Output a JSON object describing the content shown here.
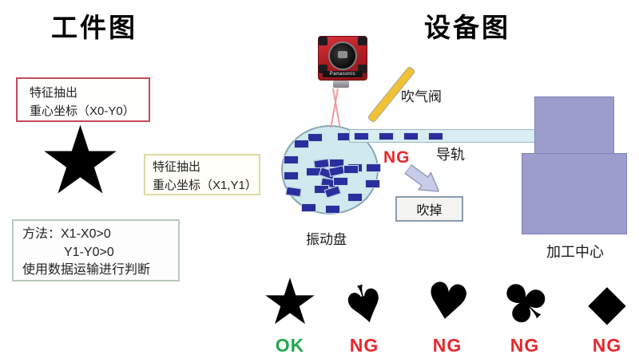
{
  "titles": {
    "left": "工件图",
    "right": "设备图"
  },
  "left_panel": {
    "star_glyph": "★",
    "feature_box_0": {
      "line1": "特征抽出",
      "line2": "重心坐标（X0-Y0）"
    },
    "feature_box_1": {
      "line1": "特征抽出",
      "line2": "重心坐标（X1,Y1）"
    },
    "method_box": {
      "line1": "方法：X1-X0>0",
      "line2": "Y1-Y0>0",
      "line3": "使用数据运输进行判断"
    }
  },
  "equipment": {
    "camera_brand": "Panasonic",
    "air_valve_label": "吹气阀",
    "rail_label": "导轨",
    "bowl_label": "振动盘",
    "ng_label": "NG",
    "blow_off_label": "吹掉",
    "machining_center_label": "加工中心"
  },
  "result_row": {
    "items": [
      {
        "name": "star",
        "glyph": "★",
        "label": "OK"
      },
      {
        "name": "spade",
        "glyph": "♠",
        "label": "NG"
      },
      {
        "name": "heart",
        "glyph": "♥",
        "label": "NG"
      },
      {
        "name": "club",
        "glyph": "♣",
        "label": "NG"
      },
      {
        "name": "diamond",
        "glyph": "◆",
        "label": "NG"
      }
    ]
  },
  "colors": {
    "ok_green": "#1fa84f",
    "ng_red": "#e8272c",
    "camera_red": "#b01f24",
    "valve_yellow": "#f2c235",
    "bowl_fill": "#cfe9ee",
    "bowl_border": "#86a7b1",
    "part_navy": "#2b2f9e",
    "rail_fill": "#d8eef4",
    "machining_purple": "#9b9dcd",
    "arrow_lavender": "#c9cce9",
    "feature_box0_border": "#c4485c",
    "feature_box1_border": "#ddd9a2",
    "method_box_border": "#b7c9bc"
  },
  "bowl_parts": [
    [
      31,
      8,
      0
    ],
    [
      68,
      7,
      0
    ],
    [
      14,
      16,
      0
    ],
    [
      1,
      36,
      0
    ],
    [
      1,
      56,
      0
    ],
    [
      4,
      76,
      8
    ],
    [
      23,
      96,
      0
    ],
    [
      53,
      98,
      0
    ],
    [
      81,
      83,
      0
    ],
    [
      103,
      66,
      0
    ],
    [
      104,
      46,
      0
    ],
    [
      81,
      46,
      0
    ],
    [
      39,
      41,
      -8
    ],
    [
      58,
      40,
      0
    ],
    [
      29,
      51,
      0
    ],
    [
      46,
      53,
      20
    ],
    [
      58,
      50,
      -12
    ],
    [
      76,
      48,
      0
    ],
    [
      48,
      65,
      10
    ],
    [
      63,
      63,
      0
    ],
    [
      39,
      73,
      0
    ],
    [
      53,
      76,
      -18
    ]
  ],
  "rail_parts": [
    5,
    36,
    67,
    98
  ]
}
